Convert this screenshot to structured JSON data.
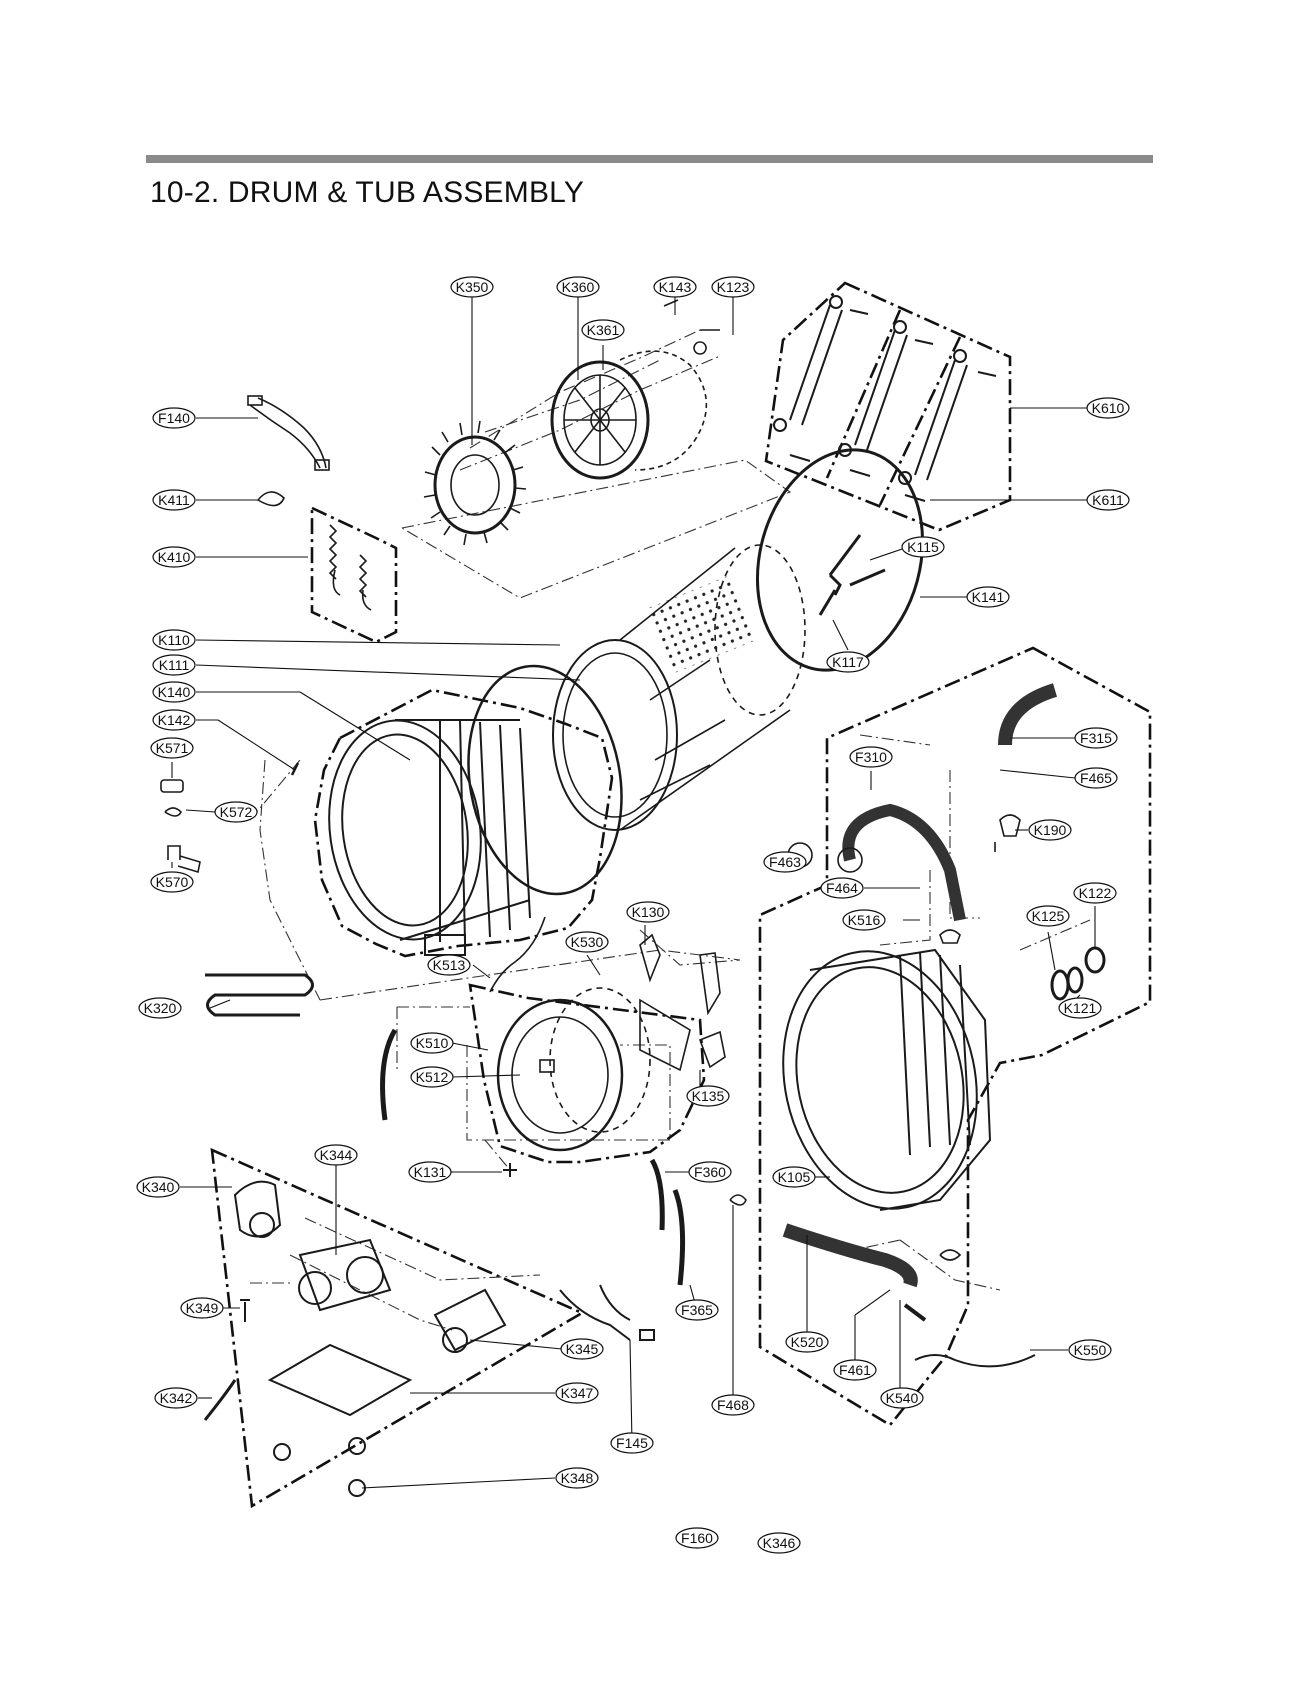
{
  "title": "10-2.  DRUM & TUB ASSEMBLY",
  "colors": {
    "rule": "#8a8a8a",
    "ink": "#111111"
  },
  "callouts": {
    "K350": "K350",
    "K360": "K360",
    "K143": "K143",
    "K123": "K123",
    "K361": "K361",
    "K610": "K610",
    "K611": "K611",
    "F140": "F140",
    "K411": "K411",
    "K410": "K410",
    "K115": "K115",
    "K141": "K141",
    "K117": "K117",
    "K110": "K110",
    "K111": "K111",
    "K140": "K140",
    "K142": "K142",
    "K571": "K571",
    "K572": "K572",
    "K570": "K570",
    "F315": "F315",
    "F310": "F310",
    "F465": "F465",
    "K190": "K190",
    "F463": "F463",
    "F464": "F464",
    "K516": "K516",
    "K122": "K122",
    "K125": "K125",
    "K121": "K121",
    "K130": "K130",
    "K530": "K530",
    "K513": "K513",
    "K320": "K320",
    "K510": "K510",
    "K512": "K512",
    "K135": "K135",
    "K131": "K131",
    "F360": "F360",
    "K105": "K105",
    "K340": "K340",
    "K344": "K344",
    "K349": "K349",
    "F365": "F365",
    "K345": "K345",
    "K520": "K520",
    "F461": "F461",
    "K540": "K540",
    "K550": "K550",
    "K342": "K342",
    "K347": "K347",
    "F145": "F145",
    "F468": "F468",
    "K348": "K348",
    "F160": "F160",
    "K346": "K346"
  }
}
